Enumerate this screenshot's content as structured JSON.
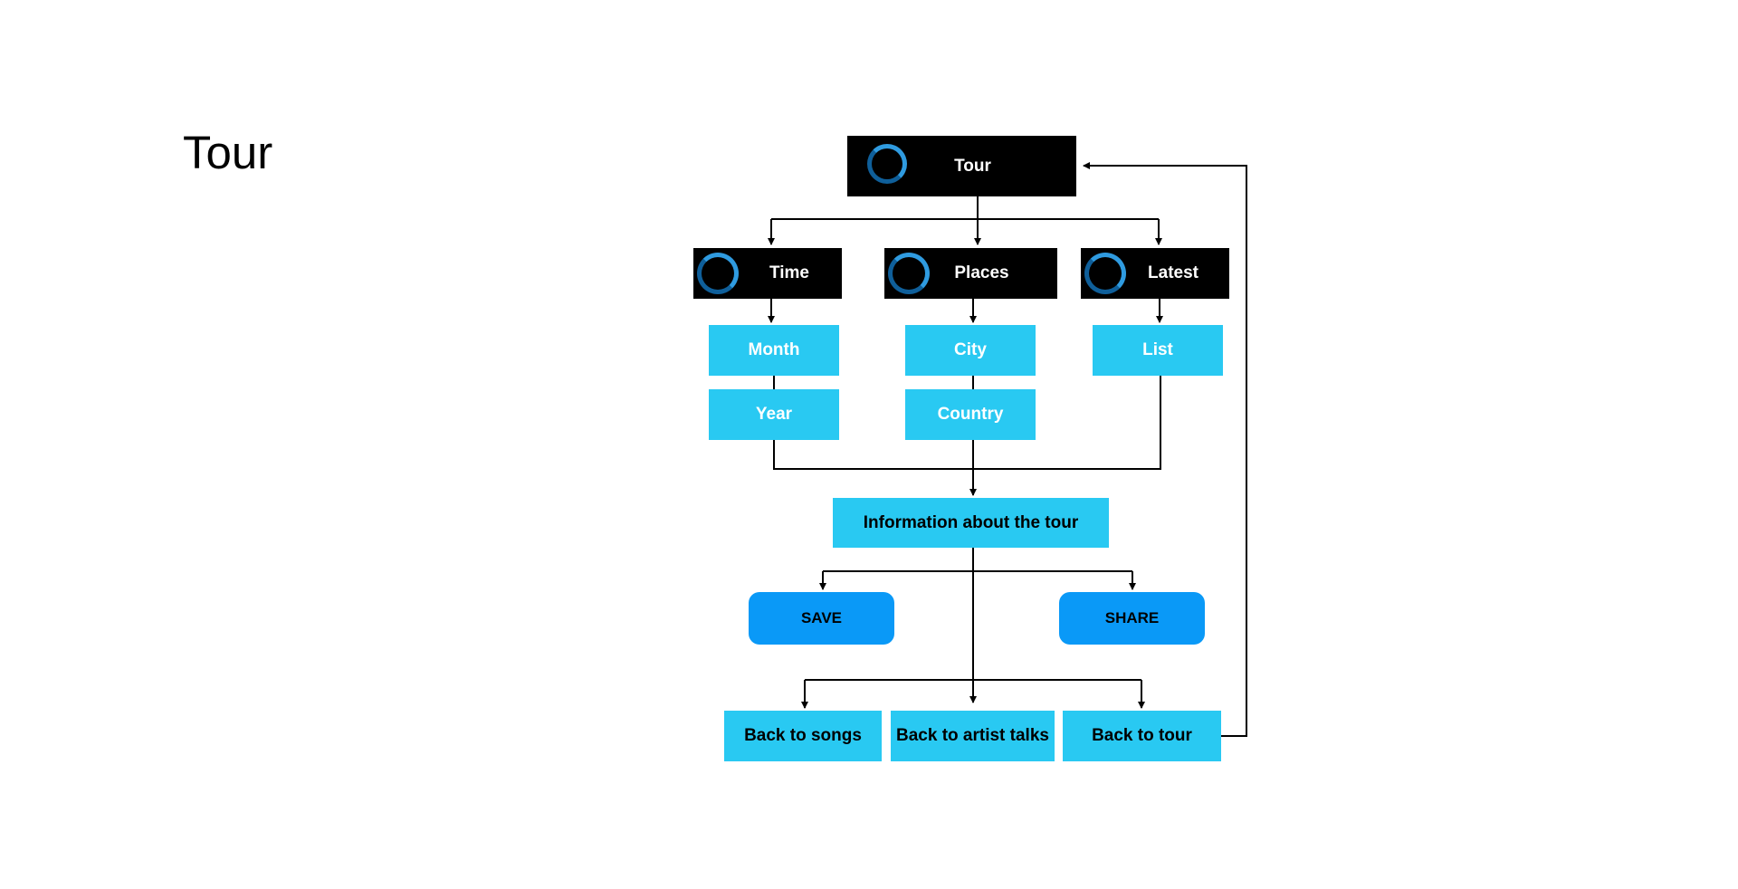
{
  "page": {
    "title": "Tour"
  },
  "diagram": {
    "root": {
      "label": "Tour",
      "icon": "progress-ring-icon"
    },
    "categories": [
      {
        "label": "Time",
        "icon": "progress-ring-icon"
      },
      {
        "label": "Places",
        "icon": "progress-ring-icon"
      },
      {
        "label": "Latest",
        "icon": "progress-ring-icon"
      }
    ],
    "options": {
      "month": "Month",
      "year": "Year",
      "city": "City",
      "country": "Country",
      "list": "List"
    },
    "info": "Information about the tour",
    "actions": {
      "save": "SAVE",
      "share": "SHARE"
    },
    "back_links": {
      "songs": "Back to songs",
      "artist_talks": "Back to artist talks",
      "tour": "Back to tour"
    },
    "colors": {
      "black_node": "#000000",
      "light_node": "#29c9f2",
      "button": "#0a99f7",
      "line": "#000000"
    }
  }
}
